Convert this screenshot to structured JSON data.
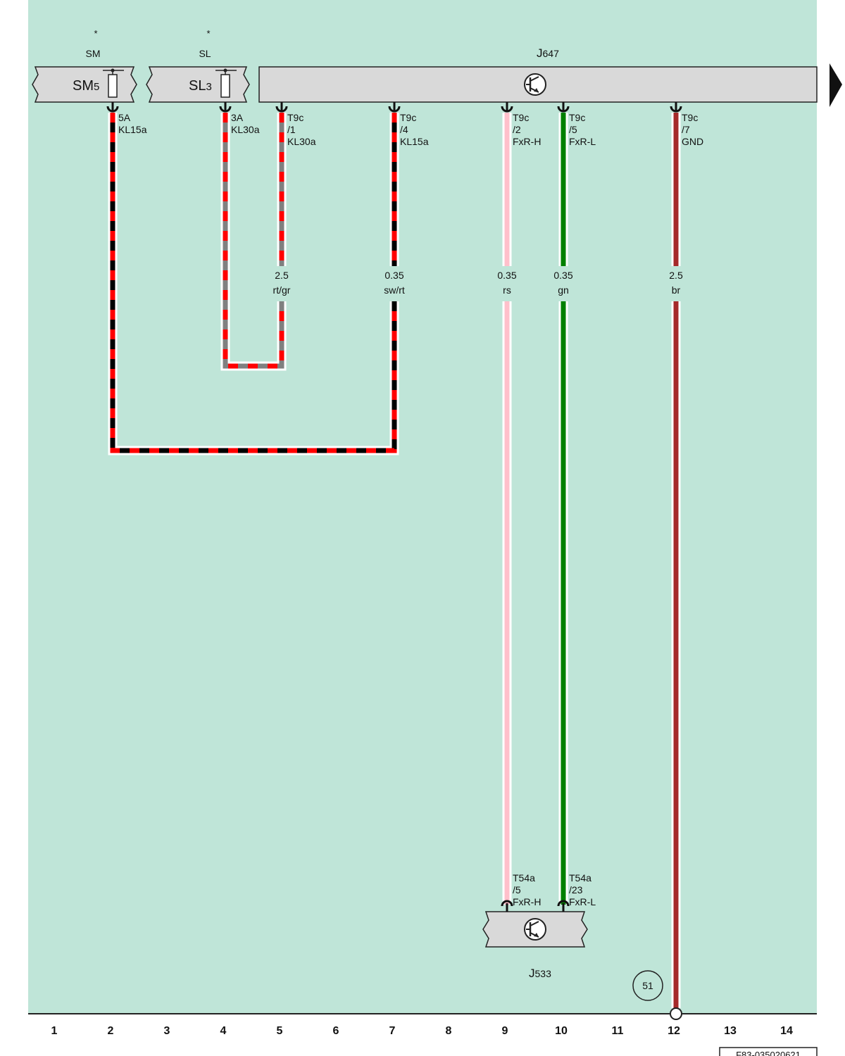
{
  "diagram": {
    "colors": {
      "background": "#bfe5d8",
      "box_fill": "#d9d9d9",
      "red": "#ff0000",
      "black": "#000000",
      "grey": "#808080",
      "pink": "#ffc0cb",
      "green": "#008000",
      "brown": "#a52a2a"
    },
    "components": {
      "sm_star": "*",
      "sm_group": "SM",
      "sm_fuse_main": "SM",
      "sm_fuse_sub": "5",
      "sl_star": "*",
      "sl_group": "SL",
      "sl_fuse_main": "SL",
      "sl_fuse_sub": "3",
      "j647_main": "J",
      "j647_sub": "647",
      "j533_main": "J",
      "j533_sub": "533",
      "control_unit_icon": "transistor-icon",
      "continuation_icon": "arrow-right-icon"
    },
    "pins": [
      {
        "id": "sm5",
        "lines": [
          "5A",
          "KL15a"
        ]
      },
      {
        "id": "sl3",
        "lines": [
          "3A",
          "KL30a"
        ]
      },
      {
        "id": "t9c1",
        "lines": [
          "T9c",
          "/1",
          "KL30a"
        ]
      },
      {
        "id": "t9c4",
        "lines": [
          "T9c",
          "/4",
          "KL15a"
        ]
      },
      {
        "id": "t9c2",
        "lines": [
          "T9c",
          "/2",
          "FxR-H"
        ]
      },
      {
        "id": "t9c5",
        "lines": [
          "T9c",
          "/5",
          "FxR-L"
        ]
      },
      {
        "id": "t9c7",
        "lines": [
          "T9c",
          "/7",
          "GND"
        ]
      },
      {
        "id": "t54a5",
        "lines": [
          "T54a",
          "/5",
          "FxR-H"
        ]
      },
      {
        "id": "t54a23",
        "lines": [
          "T54a",
          "/23",
          "FxR-L"
        ]
      }
    ],
    "wires": [
      {
        "id": "w1",
        "size": "2.5",
        "color_code": "rt/gr"
      },
      {
        "id": "w2",
        "size": "0.35",
        "color_code": "sw/rt"
      },
      {
        "id": "w3",
        "size": "0.35",
        "color_code": "rs"
      },
      {
        "id": "w4",
        "size": "0.35",
        "color_code": "gn"
      },
      {
        "id": "w5",
        "size": "2.5",
        "color_code": "br"
      }
    ],
    "ground_point": "51",
    "current_paths": [
      "1",
      "2",
      "3",
      "4",
      "5",
      "6",
      "7",
      "8",
      "9",
      "10",
      "11",
      "12",
      "13",
      "14"
    ],
    "drawing_number": "F83-035020621"
  }
}
